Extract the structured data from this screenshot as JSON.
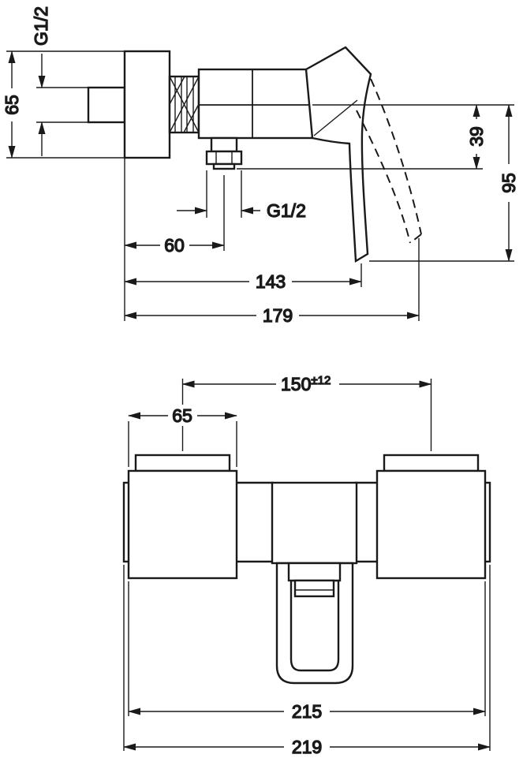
{
  "drawing": {
    "background": "#ffffff",
    "line_color": "#1a1a1a",
    "side_view": {
      "dims": {
        "inlet_thread": "G1/2",
        "plate_height": "65",
        "outlet_offset": "39",
        "handle_drop": "95",
        "outlet_thread": "G1/2",
        "outlet_depth": "60",
        "handle_depth": "143",
        "max_depth": "179"
      }
    },
    "front_view": {
      "dims": {
        "connection_centers": "150",
        "connection_tolerance": "±12",
        "escutcheon_width": "65",
        "body_width": "215",
        "overall_width": "219"
      }
    }
  }
}
